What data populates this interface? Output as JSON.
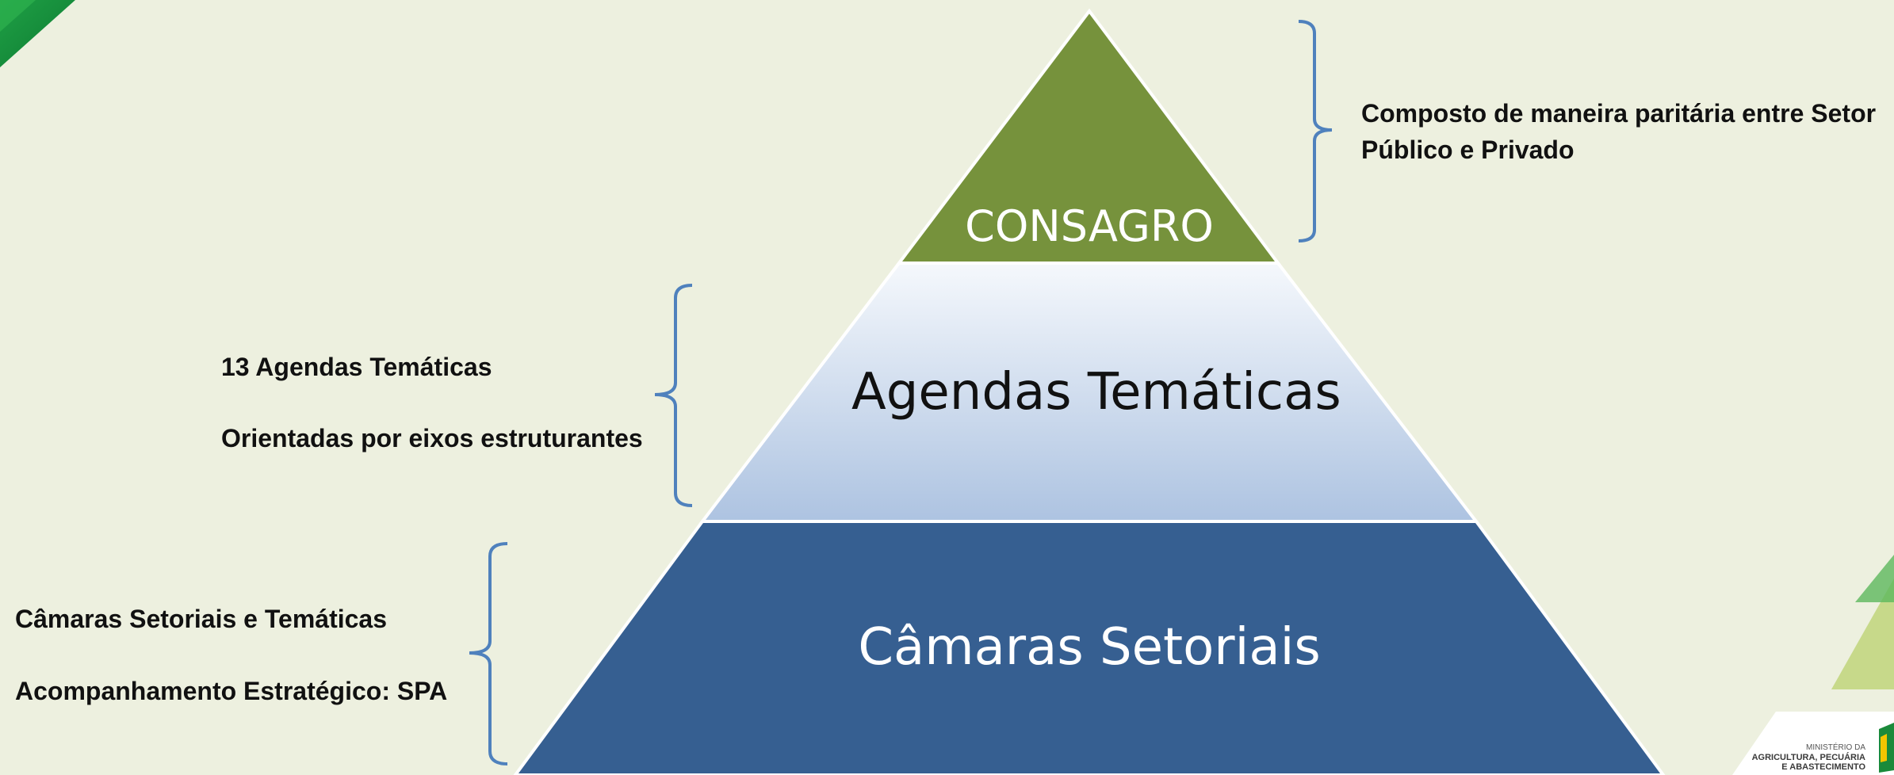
{
  "pyramid": {
    "top": {
      "label": "CONSAGRO",
      "color": "#76923c"
    },
    "middle": {
      "label": "Agendas Temáticas",
      "gradient": [
        "#f5f8fc",
        "#adc3e1"
      ]
    },
    "bottom": {
      "label": "Câmaras Setoriais",
      "color": "#365f91"
    }
  },
  "notes": {
    "top": [
      "Composto de maneira paritária entre Setor",
      "Público e Privado"
    ],
    "middle": [
      "13 Agendas Temáticas",
      "Orientadas por eixos estruturantes"
    ],
    "bottom": [
      "Câmaras Setoriais e Temáticas",
      "Acompanhamento Estratégico: SPA"
    ]
  },
  "bracket_color": "#4f81bd",
  "logo": {
    "line1": "MINISTÉRIO DA",
    "line2": "AGRICULTURA, PECUÁRIA",
    "line3": "E ABASTECIMENTO"
  }
}
